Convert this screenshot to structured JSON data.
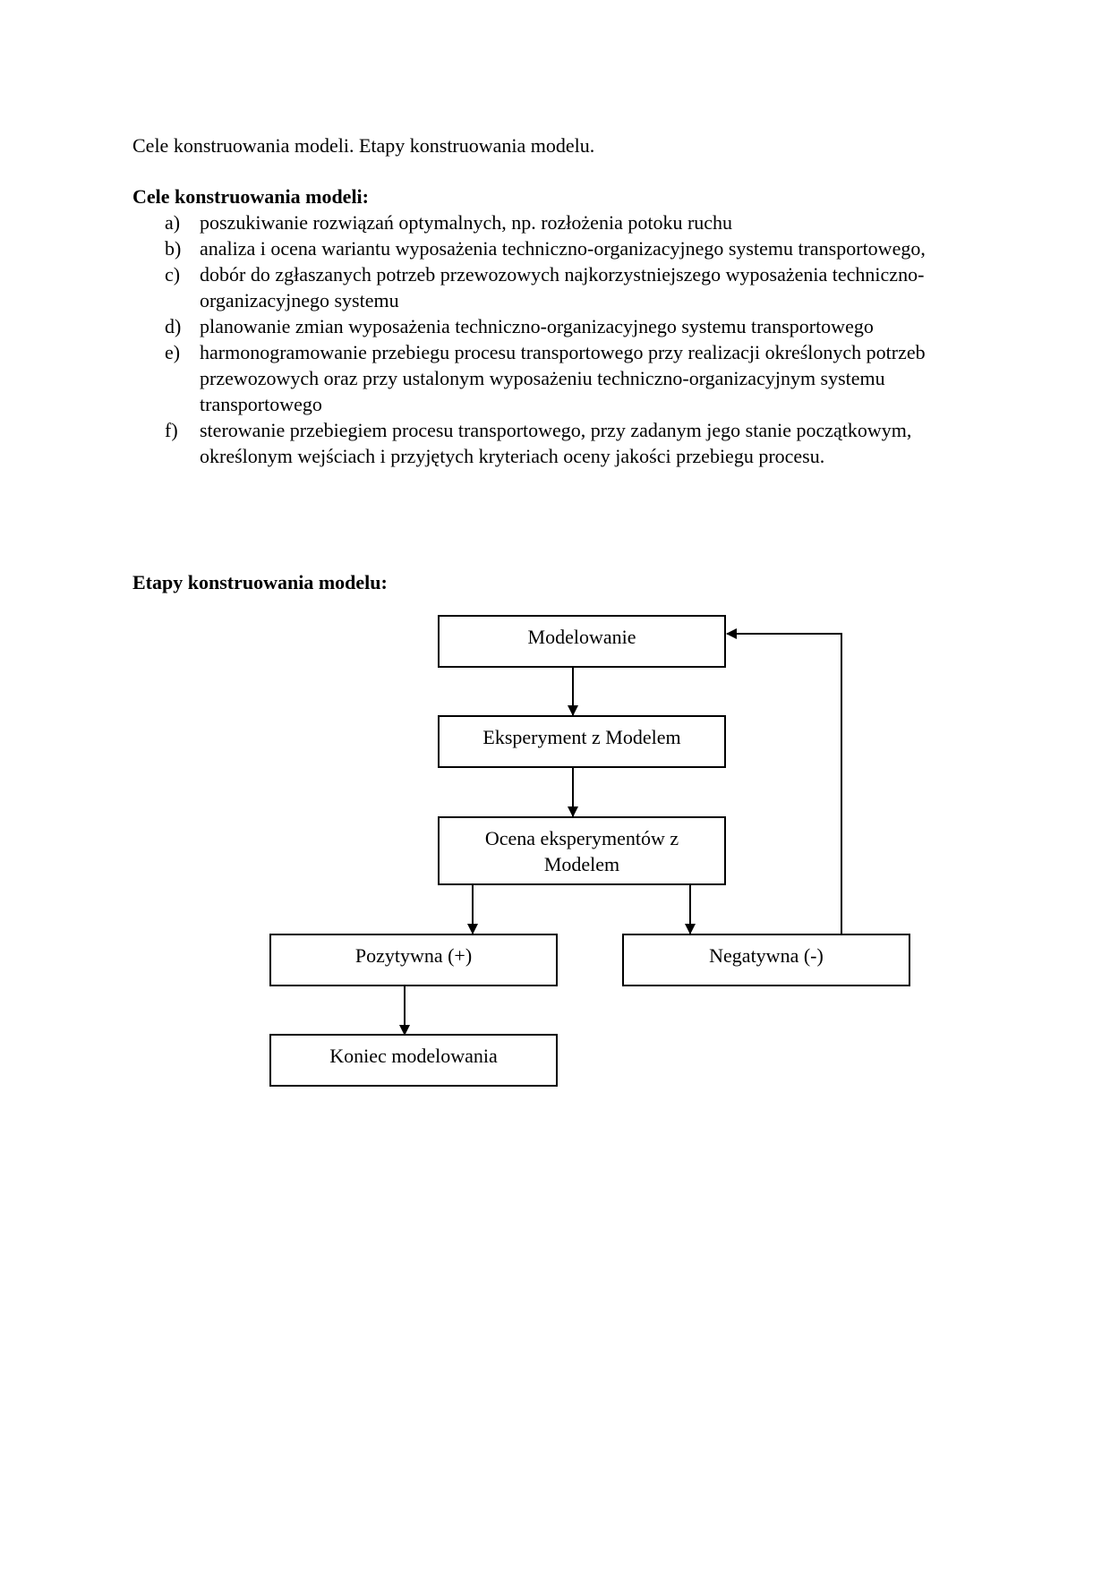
{
  "document": {
    "heading": "Cele konstruowania modeli. Etapy konstruowania modelu.",
    "goals": {
      "title": "Cele konstruowania modeli:",
      "items": [
        {
          "marker": "a)",
          "text": "poszukiwanie rozwiązań optymalnych, np. rozłożenia potoku ruchu"
        },
        {
          "marker": "b)",
          "text": "analiza i ocena wariantu wyposażenia techniczno-organizacyjnego systemu transportowego,"
        },
        {
          "marker": "c)",
          "text": "dobór do zgłaszanych potrzeb przewozowych najkorzystniejszego wyposażenia techniczno-organizacyjnego systemu"
        },
        {
          "marker": "d)",
          "text": "planowanie zmian wyposażenia techniczno-organizacyjnego systemu transportowego"
        },
        {
          "marker": "e)",
          "text": "harmonogramowanie przebiegu procesu transportowego przy realizacji określonych potrzeb przewozowych oraz przy ustalonym wyposażeniu techniczno-organizacyjnym systemu transportowego"
        },
        {
          "marker": "f)",
          "text": "sterowanie przebiegiem procesu transportowego, przy zadanym jego stanie początkowym, określonym wejściach i przyjętych kryteriach oceny jakości przebiegu procesu."
        }
      ]
    },
    "stages": {
      "title": "Etapy konstruowania modelu:",
      "flowchart": {
        "modeling": "Modelowanie",
        "experiment": "Eksperyment z Modelem",
        "evaluation": "Ocena eksperymentów z Modelem",
        "positive": "Pozytywna (+)",
        "negative": "Negatywna (-)",
        "end": "Koniec modelowania"
      }
    }
  }
}
